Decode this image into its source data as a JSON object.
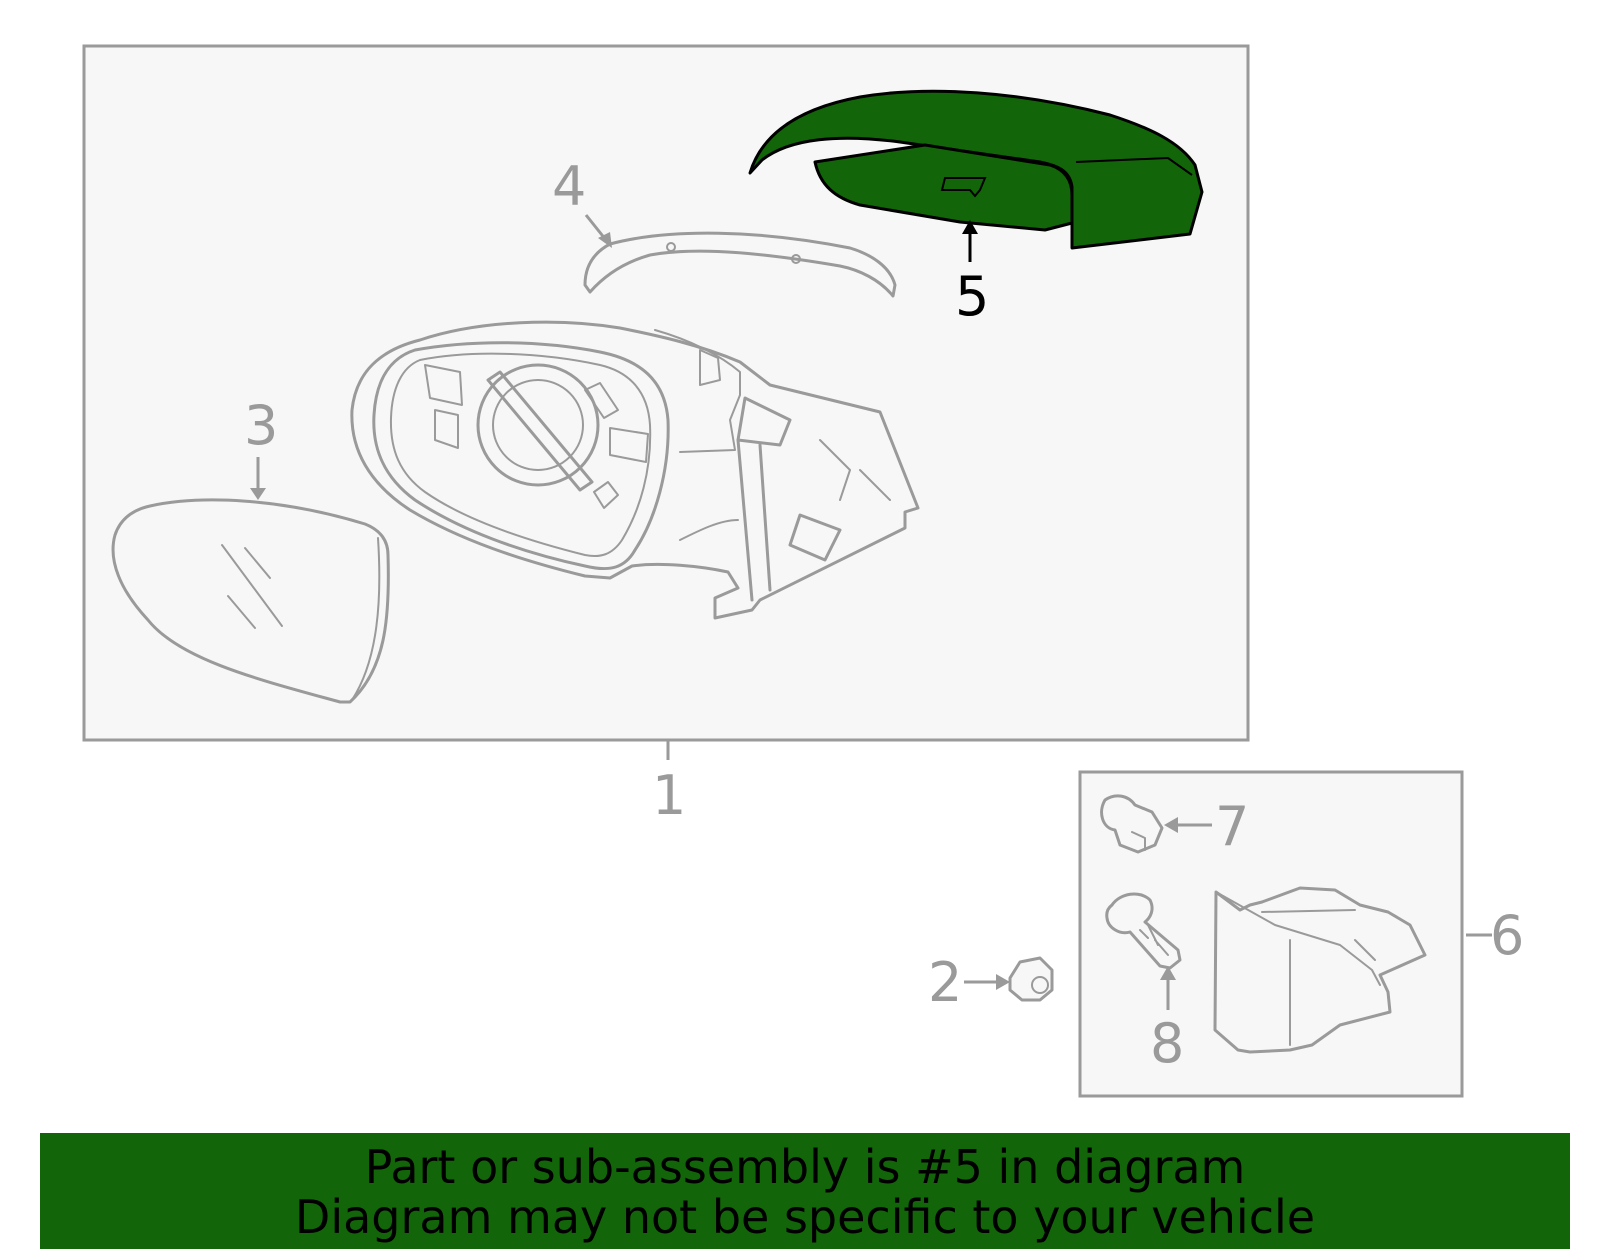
{
  "callouts": {
    "c1": "1",
    "c2": "2",
    "c3": "3",
    "c4": "4",
    "c5": "5",
    "c6": "6",
    "c7": "7",
    "c8": "8"
  },
  "highlight_part": "5",
  "colors": {
    "highlight_fill": "#136509",
    "banner_background": "#136509",
    "part_outline": "#9a9a9a",
    "panel_background": "#f7f7f7"
  },
  "banner": {
    "line1": "Part or sub-assembly is #5 in diagram",
    "line2": "Diagram may not be specific to your vehicle"
  }
}
